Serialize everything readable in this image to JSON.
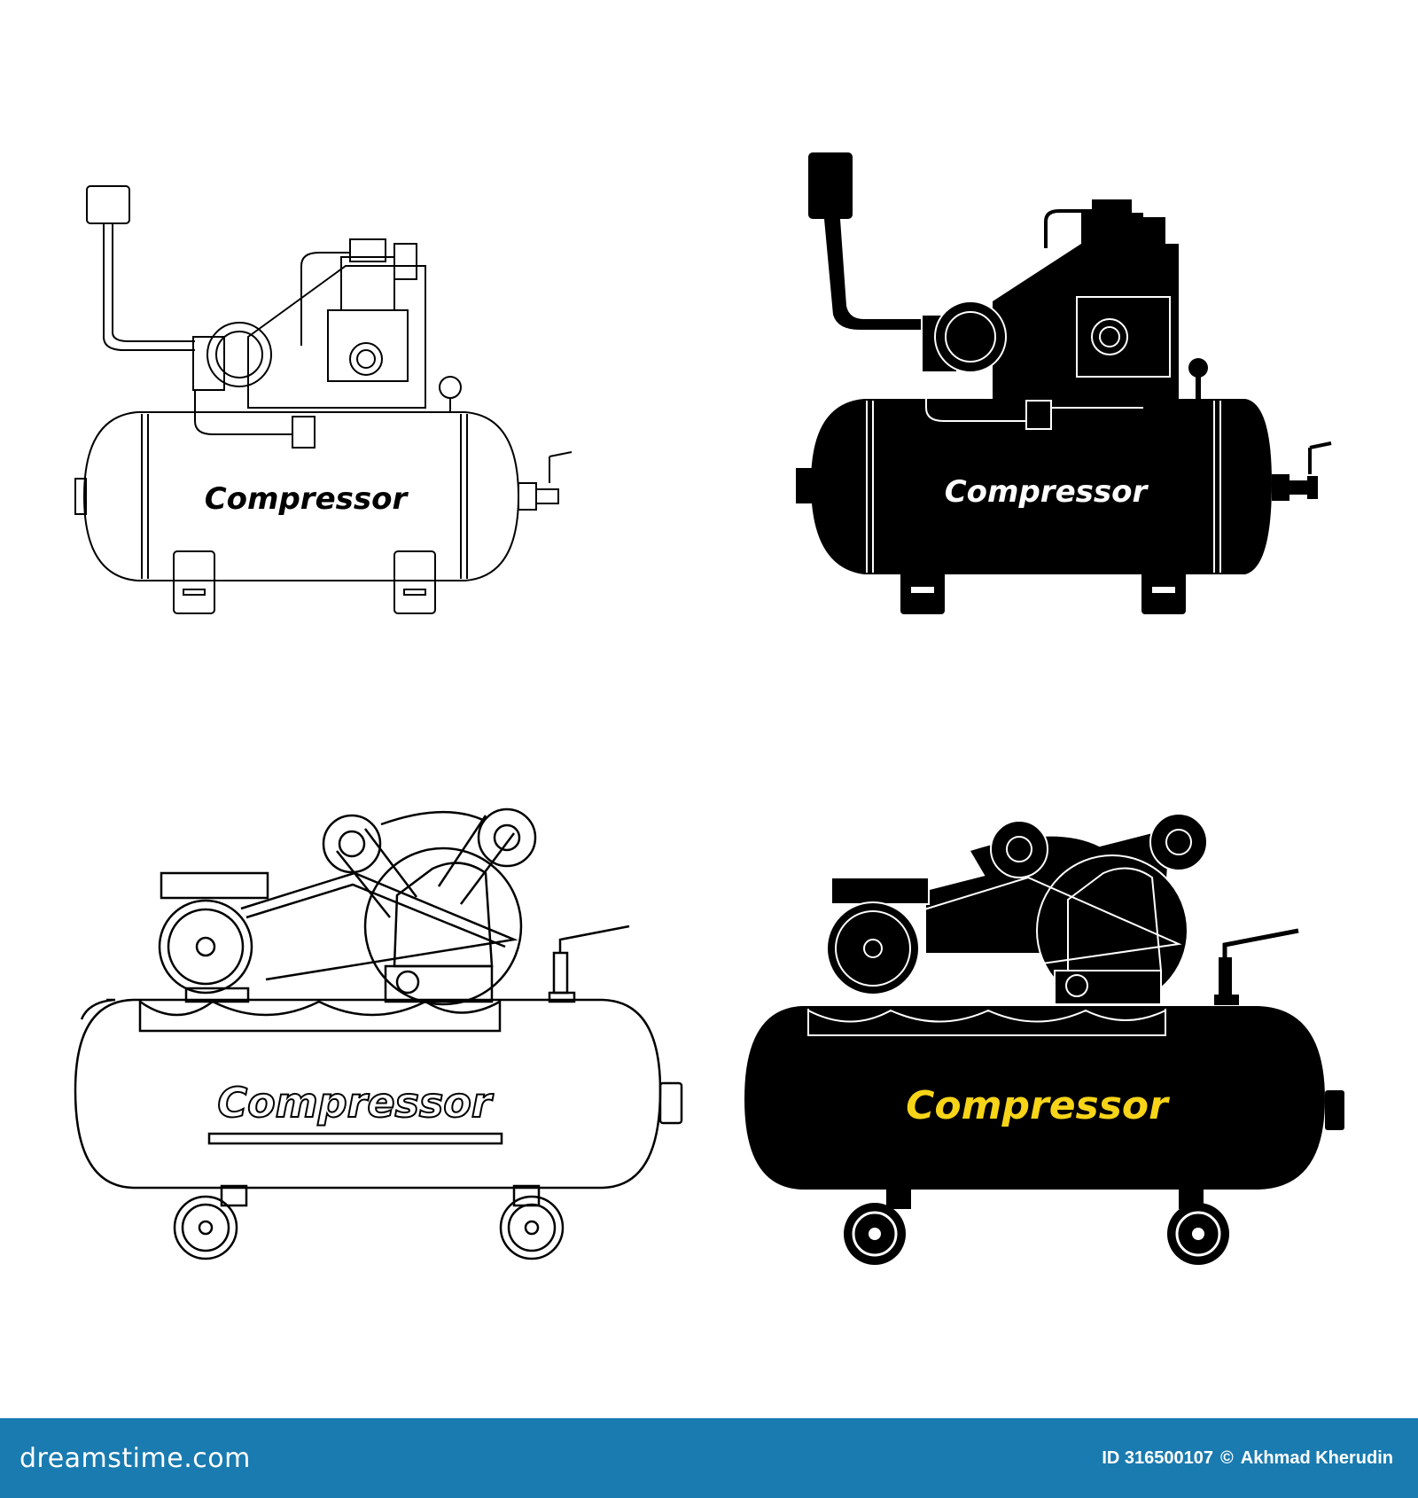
{
  "illustrations": [
    {
      "label": "Compressor",
      "style": "outline",
      "variant": "tank-compressor-with-pressure-switch"
    },
    {
      "label": "Compressor",
      "style": "solid",
      "variant": "tank-compressor-with-pressure-switch"
    },
    {
      "label": "Compressor",
      "style": "outline",
      "variant": "belt-driven-wheeled-compressor"
    },
    {
      "label": "Compressor",
      "style": "solid",
      "variant": "belt-driven-wheeled-compressor"
    }
  ],
  "colors": {
    "stroke": "#000000",
    "fill_solid": "#000000",
    "label_yellow": "#f7d417",
    "footer_bg": "#1a7bb0",
    "footer_text": "#ffffff"
  },
  "footer": {
    "brand": "dreamstime.com",
    "id_text": "ID 316500107",
    "copyright_symbol": "©",
    "author": "Akhmad Kherudin"
  }
}
